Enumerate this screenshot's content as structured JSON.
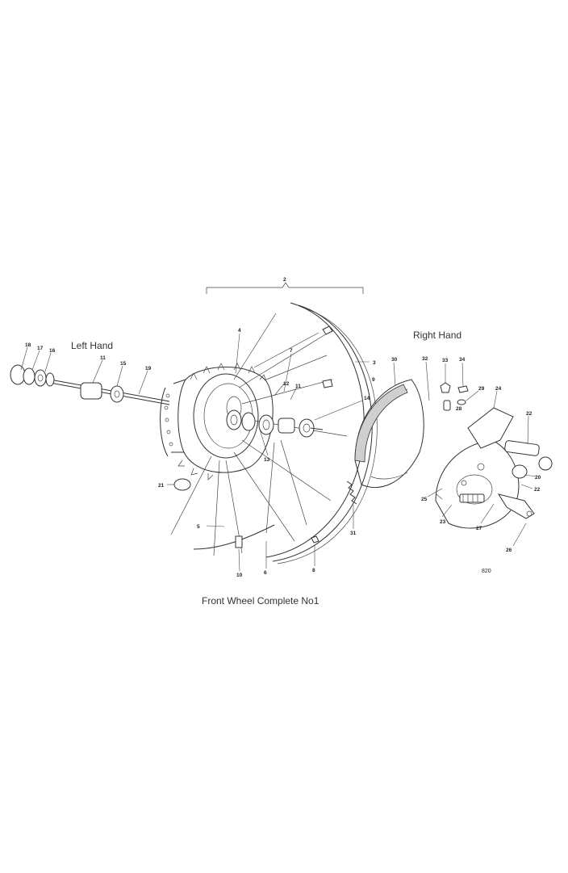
{
  "headings": {
    "left_hand": "Left Hand",
    "right_hand": "Right Hand"
  },
  "caption": "Front Wheel Complete No1",
  "plate_number": "820",
  "part_numbers": [
    "2",
    "4",
    "3",
    "7",
    "12",
    "11",
    "9",
    "14",
    "13",
    "5",
    "6",
    "10",
    "8",
    "18",
    "17",
    "16",
    "15",
    "19",
    "21",
    "30",
    "32",
    "33",
    "34",
    "29",
    "28",
    "24",
    "22",
    "20",
    "25",
    "23",
    "27",
    "26",
    "31"
  ]
}
